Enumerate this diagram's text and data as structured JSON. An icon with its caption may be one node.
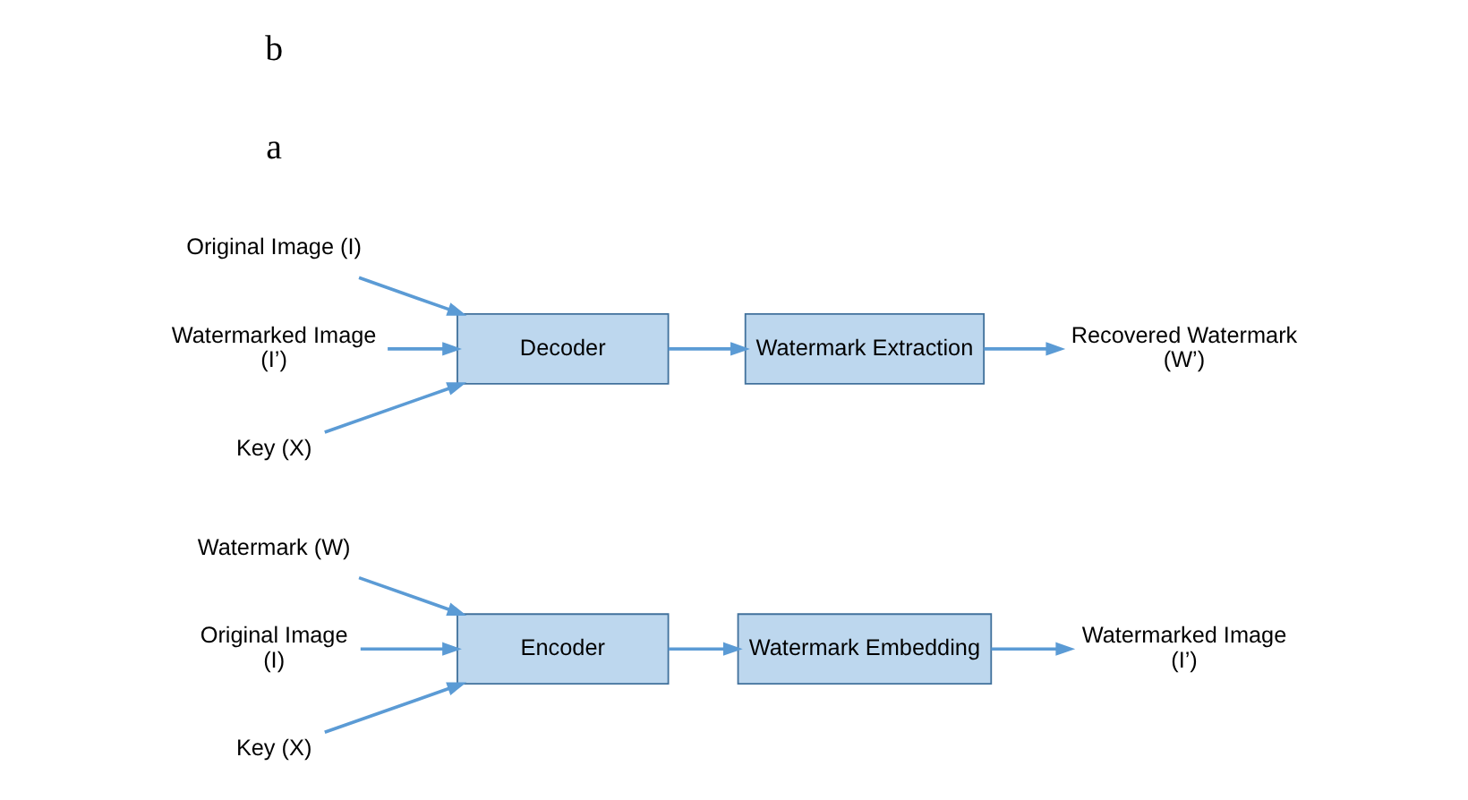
{
  "diagram": {
    "nodes": [
      {
        "text": [
          "Watermark (W)"
        ]
      },
      {
        "text": [
          "Original Image",
          "(I)"
        ]
      },
      {
        "text": [
          "Encoder"
        ]
      },
      {
        "text": [
          "Watermark Embedding"
        ]
      },
      {
        "text": [
          "Watermarked Image",
          "(I’)"
        ]
      },
      {
        "text": [
          "Key (X)"
        ]
      },
      {
        "text": [
          "Original Image (I)"
        ]
      },
      {
        "text": [
          "Watermarked Image",
          "(I’)"
        ]
      },
      {
        "text": [
          "Decoder"
        ]
      },
      {
        "text": [
          "Watermark Extraction"
        ]
      },
      {
        "text": [
          "Recovered Watermark",
          "(W’)"
        ]
      },
      {
        "text": [
          "Key (X)"
        ]
      }
    ],
    "edges": [
      {
        "from": 0,
        "to": 2,
        "arrow": "to"
      },
      {
        "from": 1,
        "to": 2,
        "arrow": "to"
      },
      {
        "from": 5,
        "to": 2,
        "arrow": "to"
      },
      {
        "from": 2,
        "to": 3,
        "arrow": "to"
      },
      {
        "from": 3,
        "to": 4,
        "arrow": "to"
      },
      {
        "from": 6,
        "to": 8,
        "arrow": "to"
      },
      {
        "from": 7,
        "to": 8,
        "arrow": "to"
      },
      {
        "from": 11,
        "to": 8,
        "arrow": "to"
      },
      {
        "from": 8,
        "to": 9,
        "arrow": "to"
      },
      {
        "from": 9,
        "to": 10,
        "arrow": "to"
      }
    ],
    "labels": [
      "a",
      "b"
    ]
  }
}
